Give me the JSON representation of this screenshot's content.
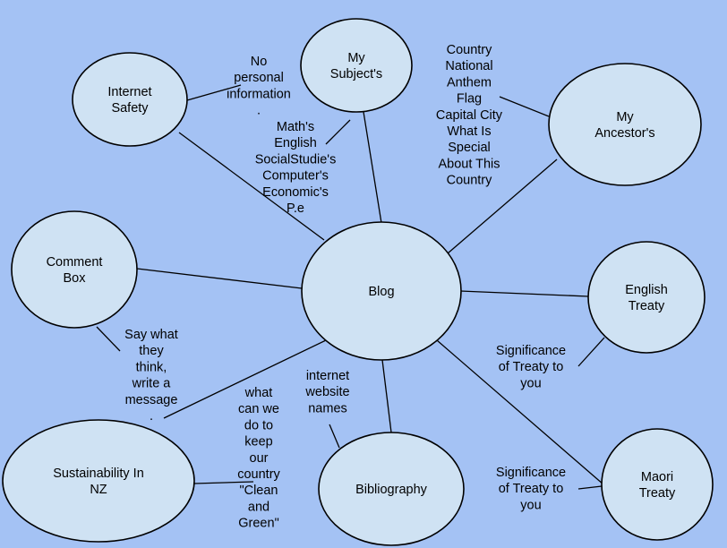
{
  "colors": {
    "background": "#a4c2f4",
    "node_fill": "#cfe2f3",
    "stroke": "#000000"
  },
  "nodes": {
    "blog": {
      "lines": [
        "Blog"
      ]
    },
    "internet_safety": {
      "lines": [
        "Internet",
        "Safety"
      ]
    },
    "my_subjects": {
      "lines": [
        "My",
        "Subject's"
      ]
    },
    "my_ancestors": {
      "lines": [
        "My",
        "Ancestor's"
      ]
    },
    "comment_box": {
      "lines": [
        "Comment",
        "Box"
      ]
    },
    "english_treaty": {
      "lines": [
        "English",
        "Treaty"
      ]
    },
    "sustainability": {
      "lines": [
        "Sustainability In",
        "NZ"
      ]
    },
    "bibliography": {
      "lines": [
        "Bibliography"
      ]
    },
    "maori_treaty": {
      "lines": [
        "Maori",
        "Treaty"
      ]
    }
  },
  "notes": {
    "no_personal_info": {
      "lines": [
        "No",
        "personal",
        "information",
        "."
      ]
    },
    "subjects_list": {
      "lines": [
        "Math's",
        "English",
        "SocialStudie's",
        "Computer's",
        "Economic's",
        "P.e"
      ]
    },
    "country_info": {
      "lines": [
        "Country",
        "National",
        "Anthem",
        "Flag",
        "Capital City",
        "What Is",
        "Special",
        "About This",
        "Country"
      ]
    },
    "say_what_they_think": {
      "lines": [
        "Say what",
        "they",
        "think,",
        "write a",
        "message",
        "."
      ]
    },
    "keep_country_clean": {
      "lines": [
        "what",
        "can we",
        "do to",
        "keep",
        "our",
        "country",
        "\"Clean",
        "and",
        "Green\""
      ]
    },
    "website_names": {
      "lines": [
        "internet",
        "website",
        "names"
      ]
    },
    "english_significance": {
      "lines": [
        "Significance",
        "of Treaty to",
        "you"
      ]
    },
    "maori_significance": {
      "lines": [
        "Significance",
        "of Treaty to",
        "you"
      ]
    }
  }
}
